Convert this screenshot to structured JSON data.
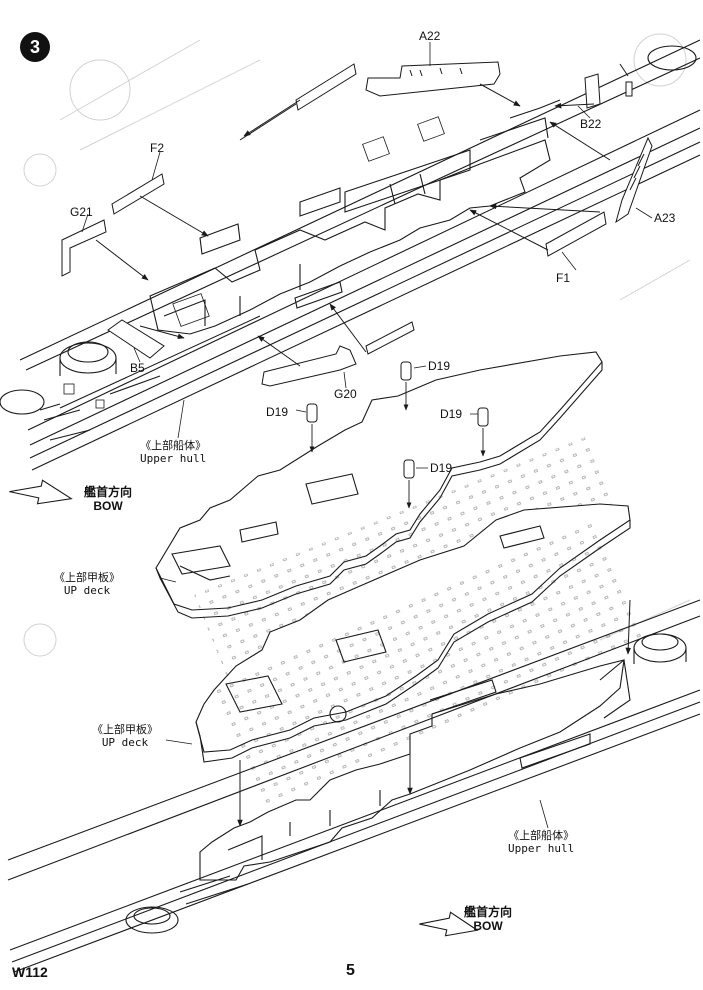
{
  "step": {
    "number": "3"
  },
  "parts": {
    "a22": "A22",
    "b22": "B22",
    "a23": "A23",
    "f2": "F2",
    "f1": "F1",
    "g21": "G21",
    "b5": "B5",
    "g20": "G20",
    "d19_a": "D19",
    "d19_b": "D19",
    "d19_c": "D19",
    "d19_d": "D19"
  },
  "callouts": {
    "upper_hull_top": {
      "cn": "《上部船体》",
      "en": "Upper hull"
    },
    "up_deck_1": {
      "cn": "《上部甲板》",
      "en": "UP deck"
    },
    "up_deck_2": {
      "cn": "《上部甲板》",
      "en": "UP deck"
    },
    "upper_hull_bottom": {
      "cn": "《上部船体》",
      "en": "Upper hull"
    },
    "bow_top": {
      "cn": "艦首方向",
      "en": "BOW"
    },
    "bow_bottom": {
      "cn": "艦首方向",
      "en": "BOW"
    }
  },
  "footer": {
    "code": "W112",
    "page": "5"
  },
  "icons": [
    "bow-arrow-icon",
    "step-number-icon"
  ],
  "colors": {
    "line": "#1a1a1a",
    "paper": "#ffffff",
    "ghost": "#c8c8c8"
  }
}
